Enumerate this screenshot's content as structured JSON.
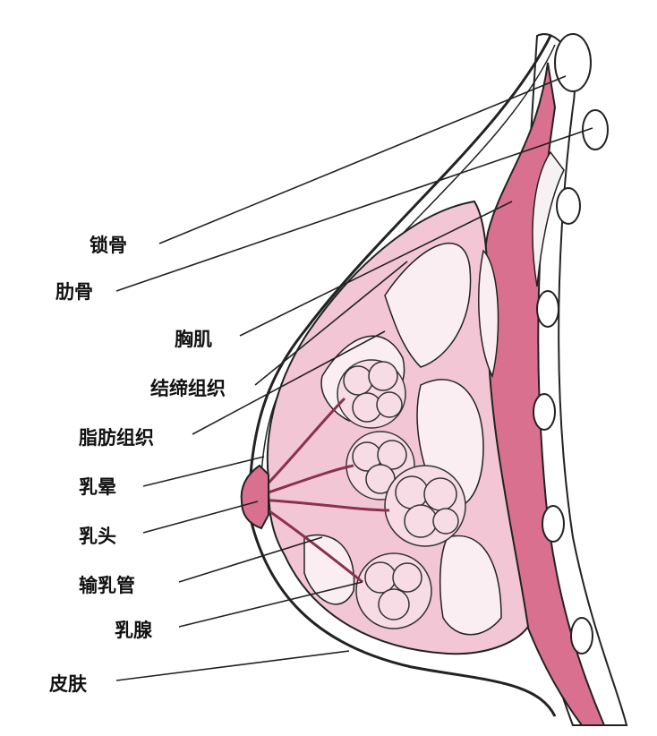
{
  "labels": {
    "clavicle": "锁骨",
    "rib": "肋骨",
    "pectoral_muscle": "胸肌",
    "connective_tissue": "结缔组织",
    "adipose_tissue": "脂肪组织",
    "areola": "乳晕",
    "nipple": "乳头",
    "lactiferous_duct": "输乳管",
    "mammary_gland": "乳腺",
    "skin": "皮肤"
  },
  "colors": {
    "tissue_pink": "#f2c6d4",
    "muscle_pink": "#d9708f",
    "gland_pink": "#f7dbe5",
    "outline": "#222222"
  }
}
